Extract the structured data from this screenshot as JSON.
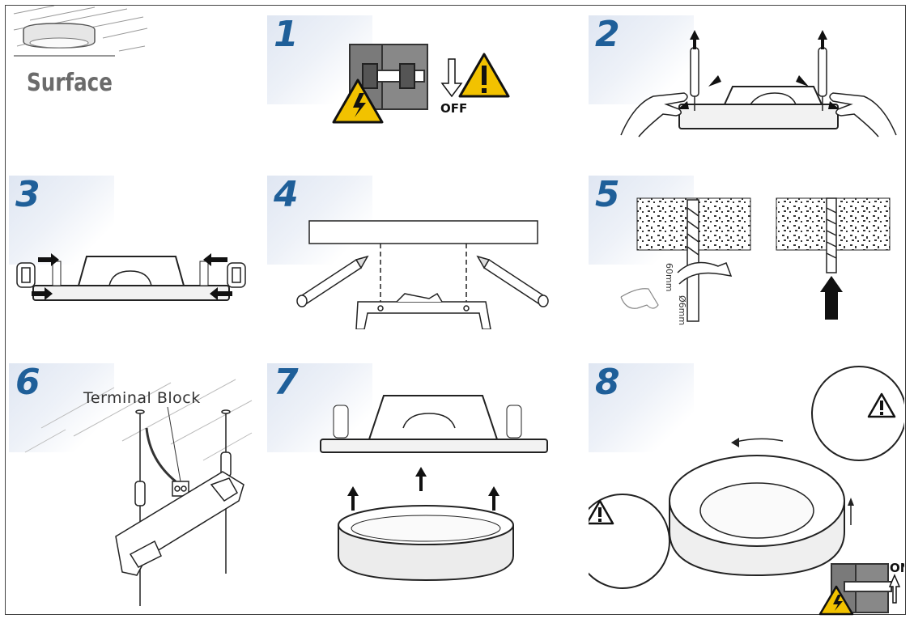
{
  "header": {
    "mount_type": "Surface"
  },
  "steps": [
    {
      "number": "1",
      "switch_label": "OFF"
    },
    {
      "number": "2"
    },
    {
      "number": "3"
    },
    {
      "number": "4"
    },
    {
      "number": "5",
      "depth_label": "60mm",
      "diameter_label": "Ø6mm"
    },
    {
      "number": "6",
      "callout": "Terminal Block"
    },
    {
      "number": "7"
    },
    {
      "number": "8",
      "switch_label": "ON"
    }
  ],
  "icons": [
    "high-voltage-warning-icon",
    "caution-warning-icon",
    "arrow-icon",
    "screwdriver-icon",
    "pencil-icon",
    "drill-icon",
    "wall-plug-icon",
    "screw-icon",
    "light-fixture-icon",
    "hand-icon"
  ],
  "colors": {
    "step_number": "#1f5f99",
    "warning_yellow": "#f2c200",
    "panel_gradient": "#dfe6f2",
    "ink": "#222222"
  }
}
